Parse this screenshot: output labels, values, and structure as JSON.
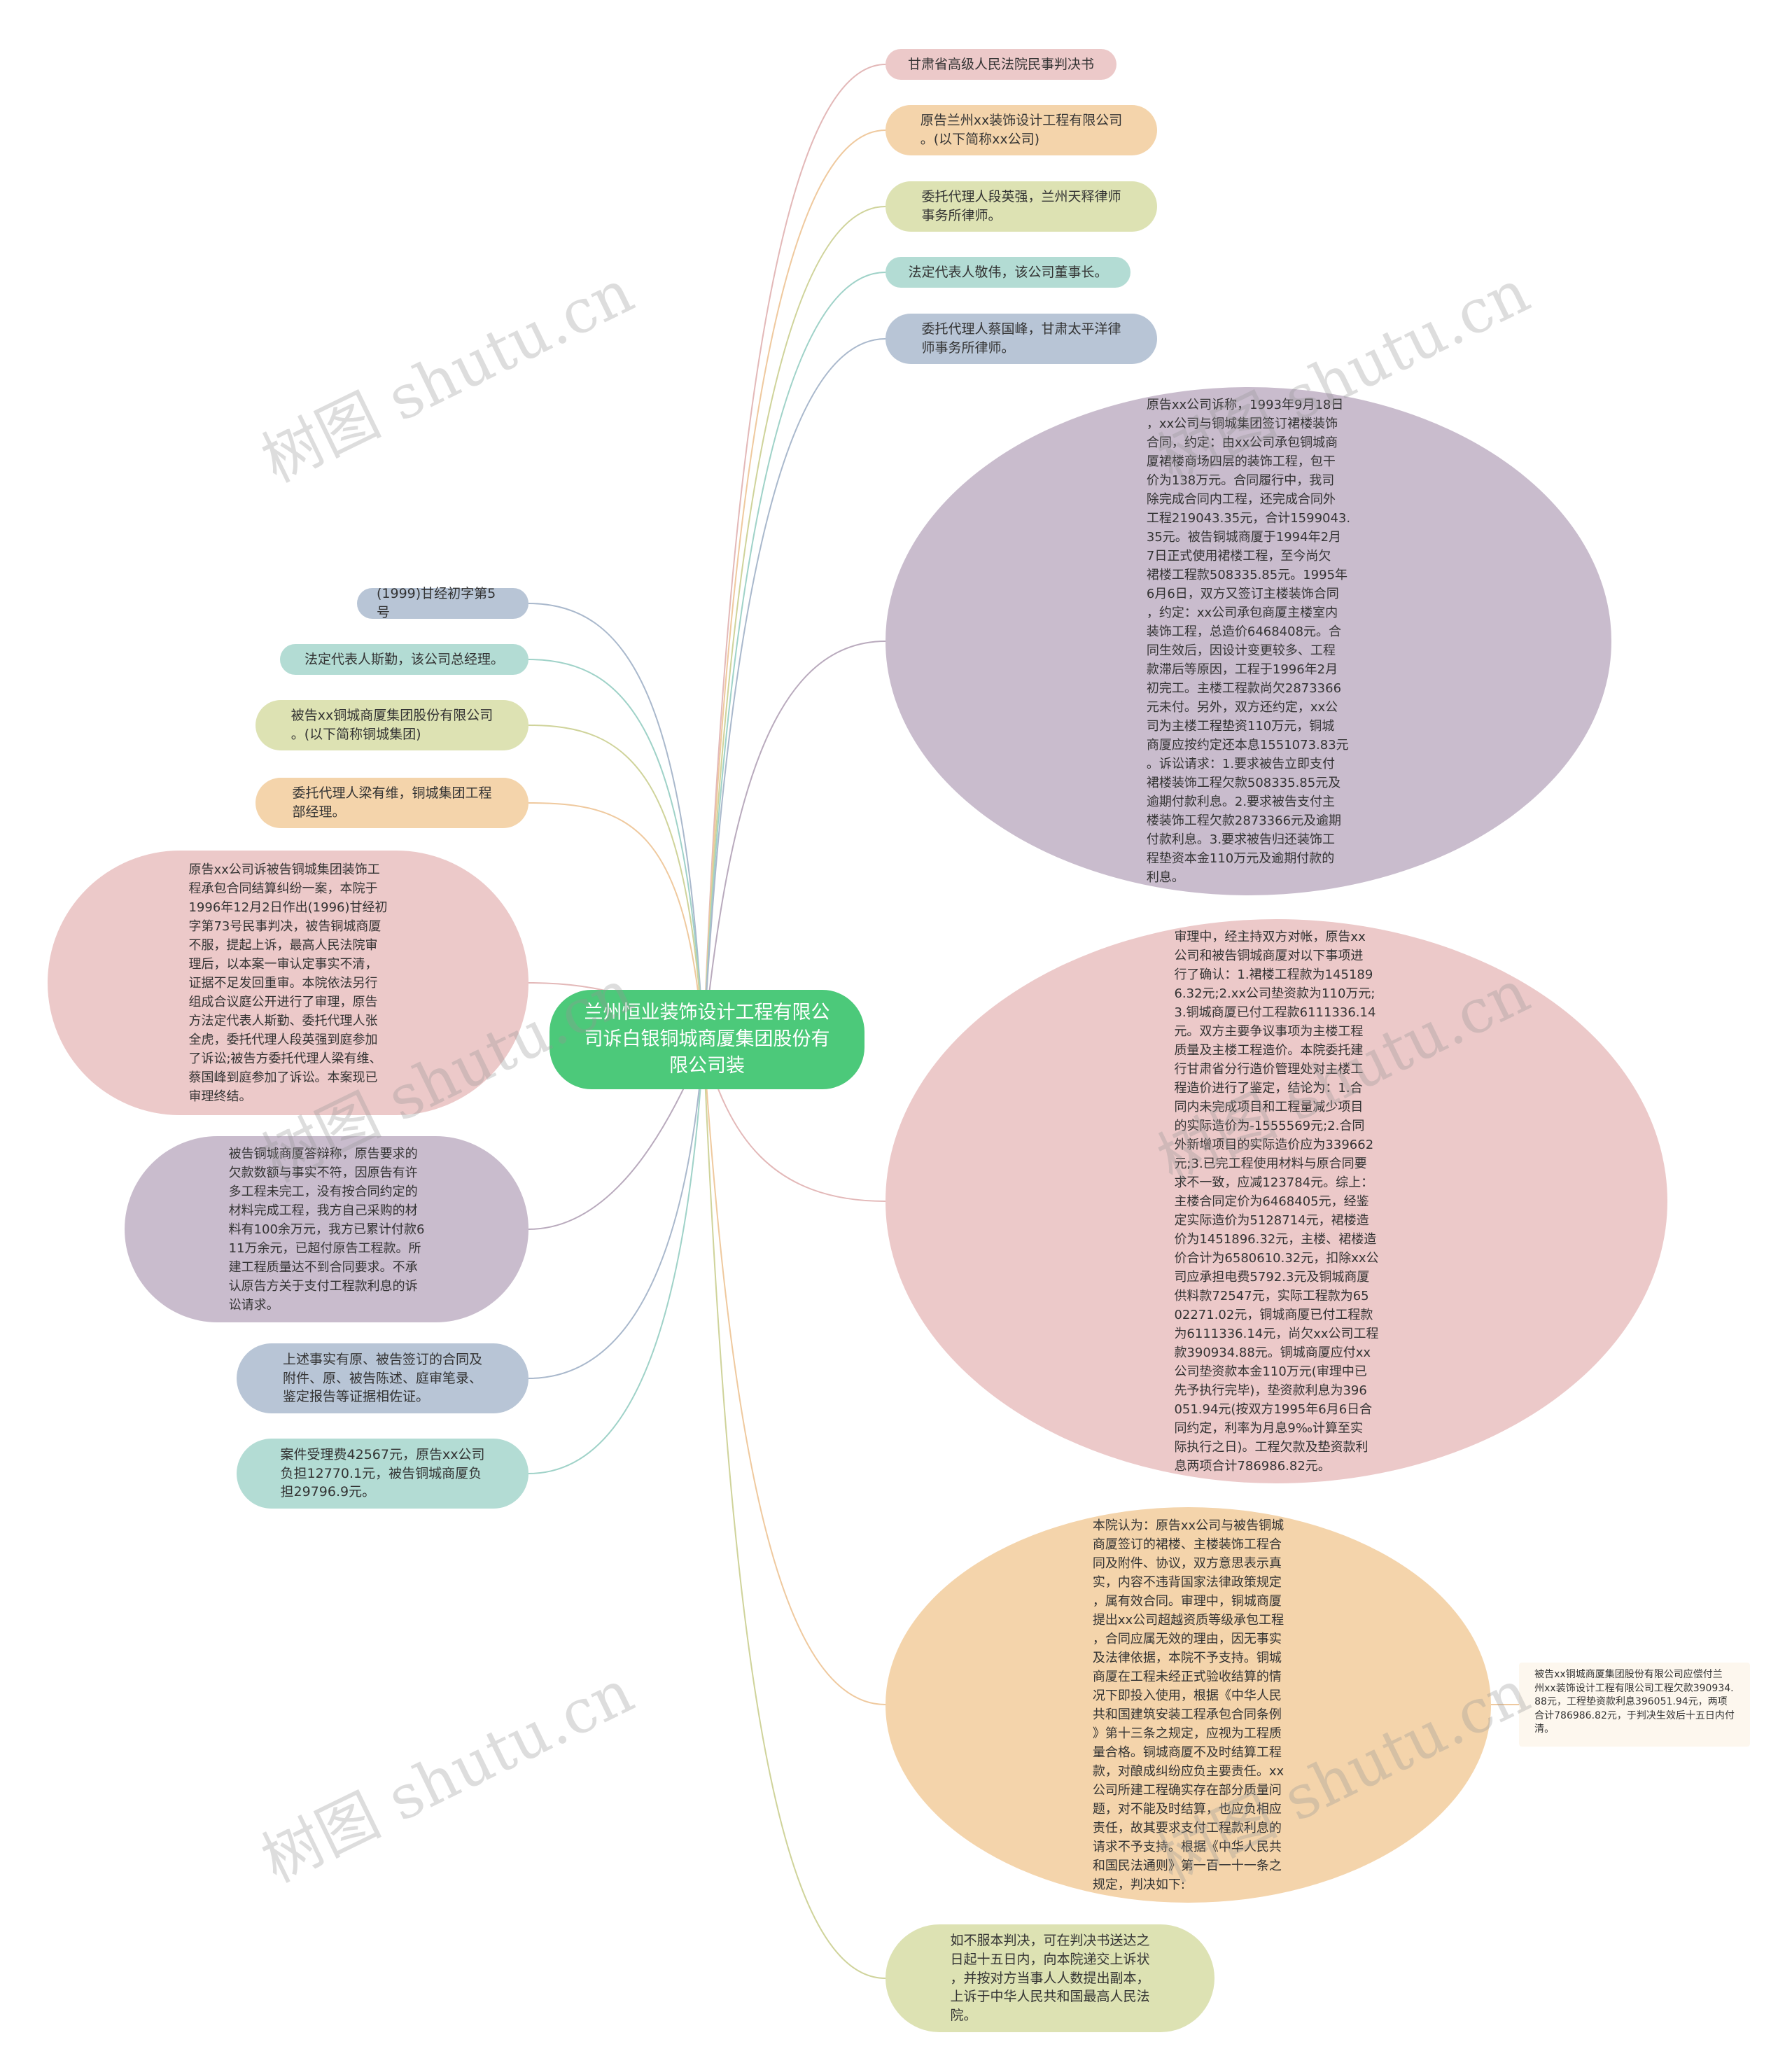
{
  "center": "兰州恒业装饰设计工程有限公司诉白银铜城商厦集团股份有限公司装",
  "colors": {
    "center": "#4cc97a",
    "pink": "#ecc9c9",
    "orange": "#f4d4ab",
    "lime": "#dde2b3",
    "teal": "#b3dcd4",
    "blue": "#b8c5d6",
    "purple": "#c9bccd"
  },
  "nodes": {
    "n1": "甘肃省高级人民法院民事判决书",
    "n2": "原告兰州xx装饰设计工程有限公司\n。(以下简称xx公司)",
    "n3": "委托代理人段英强，兰州天释律师\n事务所律师。",
    "n4": "法定代表人敬伟，该公司董事长。",
    "n5": "委托代理人蔡国峰，甘肃太平洋律\n师事务所律师。",
    "n6": "原告xx公司诉称，1993年9月18日\n，xx公司与铜城集团签订裙楼装饰\n合同，约定：由xx公司承包铜城商\n厦裙楼商场四层的装饰工程，包干\n价为138万元。合同履行中，我司\n除完成合同内工程，还完成合同外\n工程219043.35元，合计1599043.\n35元。被告铜城商厦于1994年2月\n7日正式使用裙楼工程，至今尚欠\n裙楼工程款508335.85元。1995年\n6月6日，双方又签订主楼装饰合同\n，约定：xx公司承包商厦主楼室内\n装饰工程，总造价6468408元。合\n同生效后，因设计变更较多、工程\n款滞后等原因，工程于1996年2月\n初完工。主楼工程款尚欠2873366\n元未付。另外，双方还约定，xx公\n司为主楼工程垫资110万元，铜城\n商厦应按约定还本息1551073.83元\n。诉讼请求：1.要求被告立即支付\n裙楼装饰工程欠款508335.85元及\n逾期付款利息。2.要求被告支付主\n楼装饰工程欠款2873366元及逾期\n付款利息。3.要求被告归还装饰工\n程垫资本金110万元及逾期付款的\n利息。",
    "n7": "审理中，经主持双方对帐，原告xx\n公司和被告铜城商厦对以下事项进\n行了确认：1.裙楼工程款为145189\n6.32元;2.xx公司垫资款为110万元;\n3.铜城商厦已付工程款6111336.14\n元。双方主要争议事项为主楼工程\n质量及主楼工程造价。本院委托建\n行甘肃省分行造价管理处对主楼工\n程造价进行了鉴定，结论为：1.合\n同内未完成项目和工程量减少项目\n的实际造价为-1555569元;2.合同\n外新增项目的实际造价应为339662\n元;3.已完工程使用材料与原合同要\n求不一致，应减123784元。综上：\n主楼合同定价为6468405元，经鉴\n定实际造价为5128714元，裙楼造\n价为1451896.32元，主楼、裙楼造\n价合计为6580610.32元，扣除xx公\n司应承担电费5792.3元及铜城商厦\n供料款72547元，实际工程款为65\n02271.02元，铜城商厦已付工程款\n为6111336.14元，尚欠xx公司工程\n款390934.88元。铜城商厦应付xx\n公司垫资款本金110万元(审理中已\n先予执行完毕)，垫资款利息为396\n051.94元(按双方1995年6月6日合\n同约定，利率为月息9‰计算至实\n际执行之日)。工程欠款及垫资款利\n息两项合计786986.82元。",
    "n8": "本院认为：原告xx公司与被告铜城\n商厦签订的裙楼、主楼装饰工程合\n同及附件、协议，双方意思表示真\n实，内容不违背国家法律政策规定\n，属有效合同。审理中，铜城商厦\n提出xx公司超越资质等级承包工程\n，合同应属无效的理由，因无事实\n及法律依据，本院不予支持。铜城\n商厦在工程未经正式验收结算的情\n况下即投入使用，根据《中华人民\n共和国建筑安装工程承包合同条例\n》第十三条之规定，应视为工程质\n量合格。铜城商厦不及时结算工程\n款，对酿成纠纷应负主要责任。xx\n公司所建工程确实存在部分质量问\n题，对不能及时结算，也应负相应\n责任，故其要求支付工程款利息的\n请求不予支持。根据《中华人民共\n和国民法通则》第一百一十一条之\n规定，判决如下:",
    "n8c": "被告xx铜城商厦集团股份有限公司应偿付兰\n州xx装饰设计工程有限公司工程欠款390934.\n88元，工程垫资款利息396051.94元，两项\n合计786986.82元，于判决生效后十五日内付\n清。",
    "n9": "如不服本判决，可在判决书送达之\n日起十五日内，向本院递交上诉状\n，并按对方当事人人数提出副本，\n上诉于中华人民共和国最高人民法\n院。",
    "l1": "(1999)甘经初字第5号",
    "l2": "法定代表人斯勤，该公司总经理。",
    "l3": "被告xx铜城商厦集团股份有限公司\n。(以下简称铜城集团)",
    "l4": "委托代理人梁有维，铜城集团工程\n部经理。",
    "l5": "原告xx公司诉被告铜城集团装饰工\n程承包合同结算纠纷一案，本院于\n1996年12月2日作出(1996)甘经初\n字第73号民事判决，被告铜城商厦\n不服，提起上诉，最高人民法院审\n理后，以本案一审认定事实不清，\n证据不足发回重审。本院依法另行\n组成合议庭公开进行了审理，原告\n方法定代表人斯勤、委托代理人张\n全虎，委托代理人段英强到庭参加\n了诉讼;被告方委托代理人梁有维、\n蔡国峰到庭参加了诉讼。本案现已\n审理终结。",
    "l6": "被告铜城商厦答辩称，原告要求的\n欠款数额与事实不符，因原告有许\n多工程未完工，没有按合同约定的\n材料完成工程，我方自己采购的材\n料有100余万元，我方已累计付款6\n11万余元，已超付原告工程款。所\n建工程质量达不到合同要求。不承\n认原告方关于支付工程款利息的诉\n讼请求。",
    "l7": "上述事实有原、被告签订的合同及\n附件、原、被告陈述、庭审笔录、\n鉴定报告等证据相佐证。",
    "l8": "案件受理费42567元，原告xx公司\n负担12770.1元，被告铜城商厦负\n担29796.9元。"
  },
  "watermark": "树图 shutu.cn"
}
